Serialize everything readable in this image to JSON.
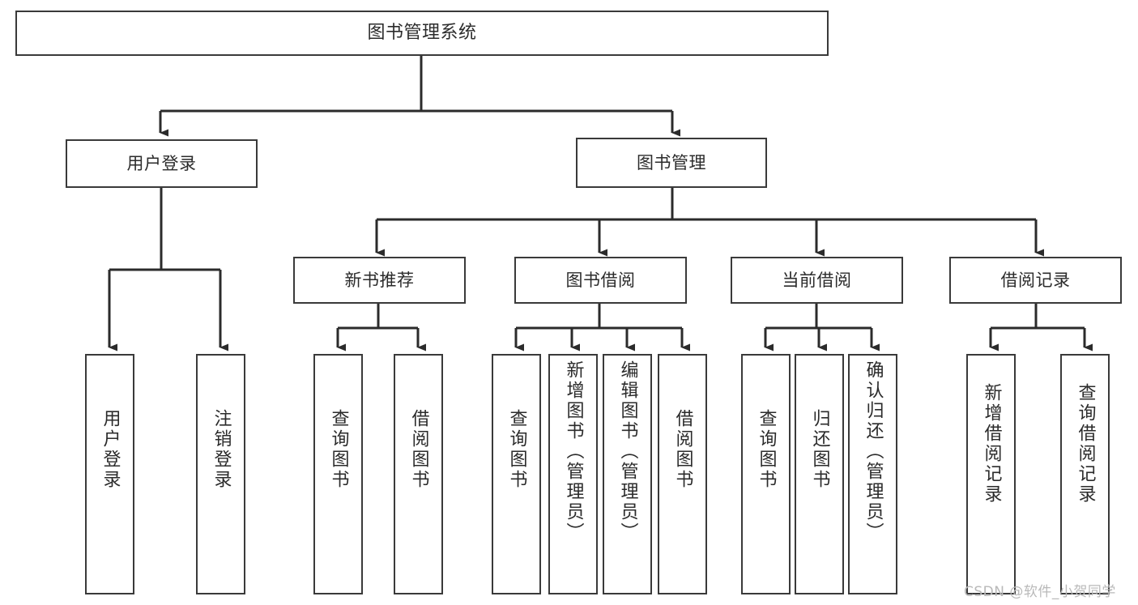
{
  "diagram": {
    "title": "图书管理系统",
    "type": "tree-hierarchy-chart",
    "orientation": "top-down",
    "colors": {
      "background": "#ffffff",
      "node_border": "#3a3a3a",
      "node_fill": "#ffffff",
      "text": "#2b2b2b",
      "edge": "#2b2b2b",
      "watermark": "#b9b9b9"
    },
    "levels": {
      "level0": [
        "图书管理系统"
      ],
      "level1": [
        "用户登录",
        "图书管理"
      ],
      "level2": [
        "新书推荐",
        "图书借阅",
        "当前借阅",
        "借阅记录"
      ],
      "level3": [
        "用户登录",
        "注销登录",
        "查询图书",
        "借阅图书",
        "查询图书",
        "新增图书（管理员）",
        "编辑图书（管理员）",
        "借阅图书",
        "查询图书",
        "归还图书",
        "确认归还（管理员）",
        "新增借阅记录",
        "查询借阅记录"
      ]
    },
    "nodes": {
      "root": {
        "label": "图书管理系统"
      },
      "user_login": {
        "label": "用户登录"
      },
      "book_manage": {
        "label": "图书管理"
      },
      "new_book_rec": {
        "label": "新书推荐"
      },
      "book_borrow": {
        "label": "图书借阅"
      },
      "current_borrow": {
        "label": "当前借阅"
      },
      "borrow_record": {
        "label": "借阅记录"
      },
      "leaf_user_login": {
        "label": "用户登录"
      },
      "leaf_logout": {
        "label": "注销登录"
      },
      "leaf_query_book_1": {
        "label": "查询图书"
      },
      "leaf_borrow_book_1": {
        "label": "借阅图书"
      },
      "leaf_query_book_2": {
        "label": "查询图书"
      },
      "leaf_add_book_admin": {
        "label": "新增图书（管理员）"
      },
      "leaf_edit_book_admin": {
        "label": "编辑图书（管理员）"
      },
      "leaf_borrow_book_2": {
        "label": "借阅图书"
      },
      "leaf_query_book_3": {
        "label": "查询图书"
      },
      "leaf_return_book": {
        "label": "归还图书"
      },
      "leaf_confirm_return_admin": {
        "label": "确认归还（管理员）"
      },
      "leaf_add_record": {
        "label": "新增借阅记录"
      },
      "leaf_query_record": {
        "label": "查询借阅记录"
      }
    },
    "edges": [
      {
        "from": "root",
        "to": "user_login"
      },
      {
        "from": "root",
        "to": "book_manage"
      },
      {
        "from": "user_login",
        "to": "leaf_user_login"
      },
      {
        "from": "user_login",
        "to": "leaf_logout"
      },
      {
        "from": "book_manage",
        "to": "new_book_rec"
      },
      {
        "from": "book_manage",
        "to": "book_borrow"
      },
      {
        "from": "book_manage",
        "to": "current_borrow"
      },
      {
        "from": "book_manage",
        "to": "borrow_record"
      },
      {
        "from": "new_book_rec",
        "to": "leaf_query_book_1"
      },
      {
        "from": "new_book_rec",
        "to": "leaf_borrow_book_1"
      },
      {
        "from": "book_borrow",
        "to": "leaf_query_book_2"
      },
      {
        "from": "book_borrow",
        "to": "leaf_add_book_admin"
      },
      {
        "from": "book_borrow",
        "to": "leaf_edit_book_admin"
      },
      {
        "from": "book_borrow",
        "to": "leaf_borrow_book_2"
      },
      {
        "from": "current_borrow",
        "to": "leaf_query_book_3"
      },
      {
        "from": "current_borrow",
        "to": "leaf_return_book"
      },
      {
        "from": "current_borrow",
        "to": "leaf_confirm_return_admin"
      },
      {
        "from": "borrow_record",
        "to": "leaf_add_record"
      },
      {
        "from": "borrow_record",
        "to": "leaf_query_record"
      }
    ]
  },
  "watermark": {
    "text": "CSDN @软件_小贺同学"
  }
}
